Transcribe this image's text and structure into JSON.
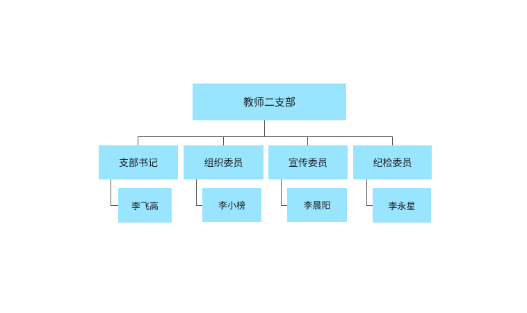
{
  "colors": {
    "node_fill": "#99e5ff",
    "line": "#555555",
    "background": "#ffffff"
  },
  "org_chart": {
    "root": "教师二支部",
    "departments": [
      {
        "title": "支部书记",
        "member": "李飞高"
      },
      {
        "title": "组织委员",
        "member": "李小榜"
      },
      {
        "title": "宣传委员",
        "member": "李晨阳"
      },
      {
        "title": "纪检委员",
        "member": "李永星"
      }
    ]
  }
}
